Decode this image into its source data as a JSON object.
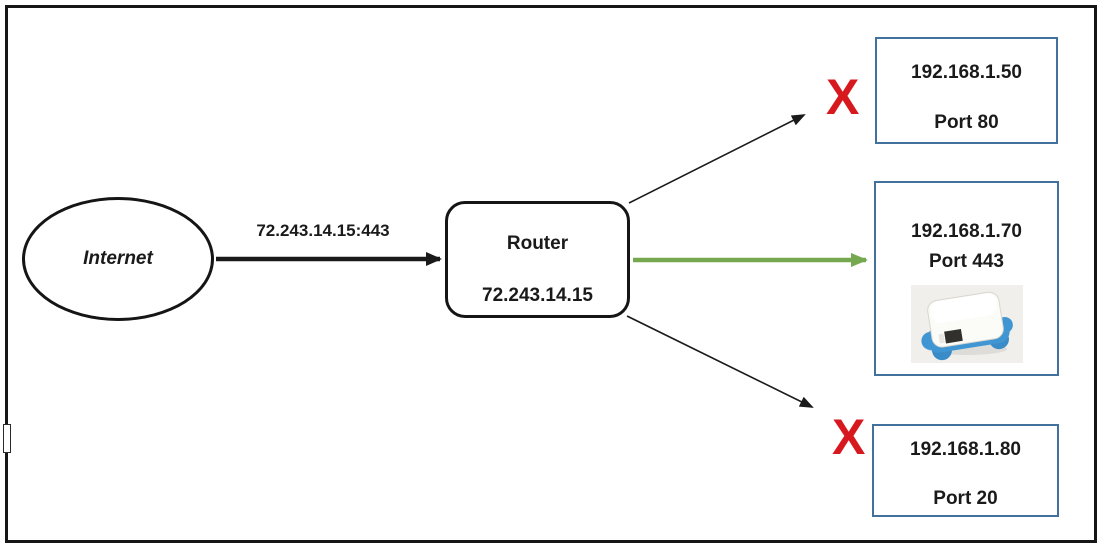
{
  "diagram": {
    "internet": {
      "label": "Internet"
    },
    "wan_link": {
      "label": "72.243.14.15:443"
    },
    "router": {
      "name": "Router",
      "wan_ip": "72.243.14.15"
    },
    "hosts": [
      {
        "ip": "192.168.1.50",
        "port": "Port 80",
        "status": "blocked",
        "mark": "X"
      },
      {
        "ip": "192.168.1.70",
        "port": "Port 443",
        "status": "allowed",
        "device_icon": "iot-device-photo"
      },
      {
        "ip": "192.168.1.80",
        "port": "Port 20",
        "status": "blocked",
        "mark": "X"
      }
    ],
    "colors": {
      "line": "#1a1a1a",
      "allowed_arrow": "#76a94f",
      "blocked_mark": "#d7191f",
      "host_border": "#41719c",
      "device_blue": "#4095d3"
    }
  }
}
